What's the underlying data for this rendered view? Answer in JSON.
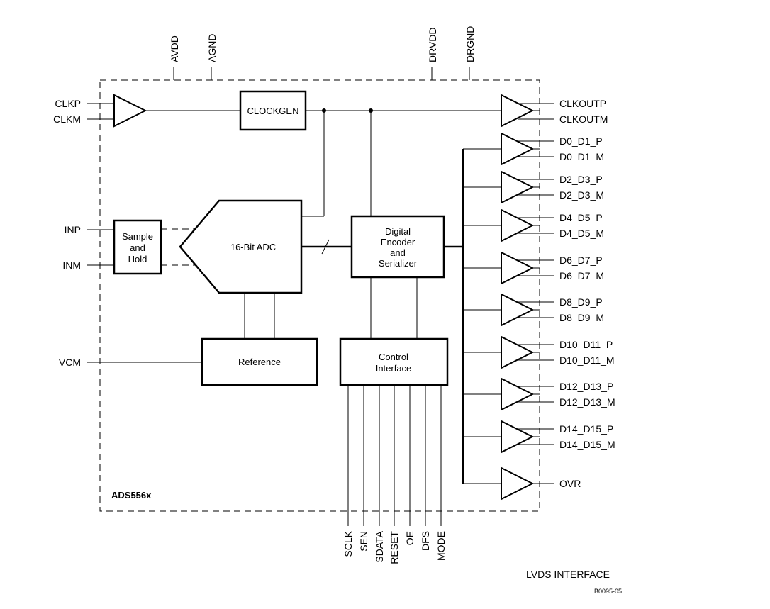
{
  "chip_name": "ADS556x",
  "power_pins": [
    "AVDD",
    "AGND",
    "DRVDD",
    "DRGND"
  ],
  "clock_inputs": [
    "CLKP",
    "CLKM"
  ],
  "analog_inputs": [
    "INP",
    "INM"
  ],
  "vcm_pin": "VCM",
  "blocks": {
    "clockgen": "CLOCKGEN",
    "sample_hold": [
      "Sample",
      "and",
      "Hold"
    ],
    "adc": "16-Bit ADC",
    "encoder": [
      "Digital",
      "Encoder",
      "and",
      "Serializer"
    ],
    "reference": "Reference",
    "control": [
      "Control",
      "Interface"
    ]
  },
  "control_pins": [
    "SCLK",
    "SEN",
    "SDATA",
    "RESET",
    "OE",
    "DFS",
    "MODE"
  ],
  "clock_outputs": [
    "CLKOUTP",
    "CLKOUTM"
  ],
  "data_outputs": [
    [
      "D0_D1_P",
      "D0_D1_M"
    ],
    [
      "D2_D3_P",
      "D2_D3_M"
    ],
    [
      "D4_D5_P",
      "D4_D5_M"
    ],
    [
      "D6_D7_P",
      "D6_D7_M"
    ],
    [
      "D8_D9_P",
      "D8_D9_M"
    ],
    [
      "D10_D11_P",
      "D10_D11_M"
    ],
    [
      "D12_D13_P",
      "D12_D13_M"
    ],
    [
      "D14_D15_P",
      "D14_D15_M"
    ]
  ],
  "ovr_pin": "OVR",
  "interface_label": "LVDS INTERFACE",
  "figure_code": "B0095-05"
}
